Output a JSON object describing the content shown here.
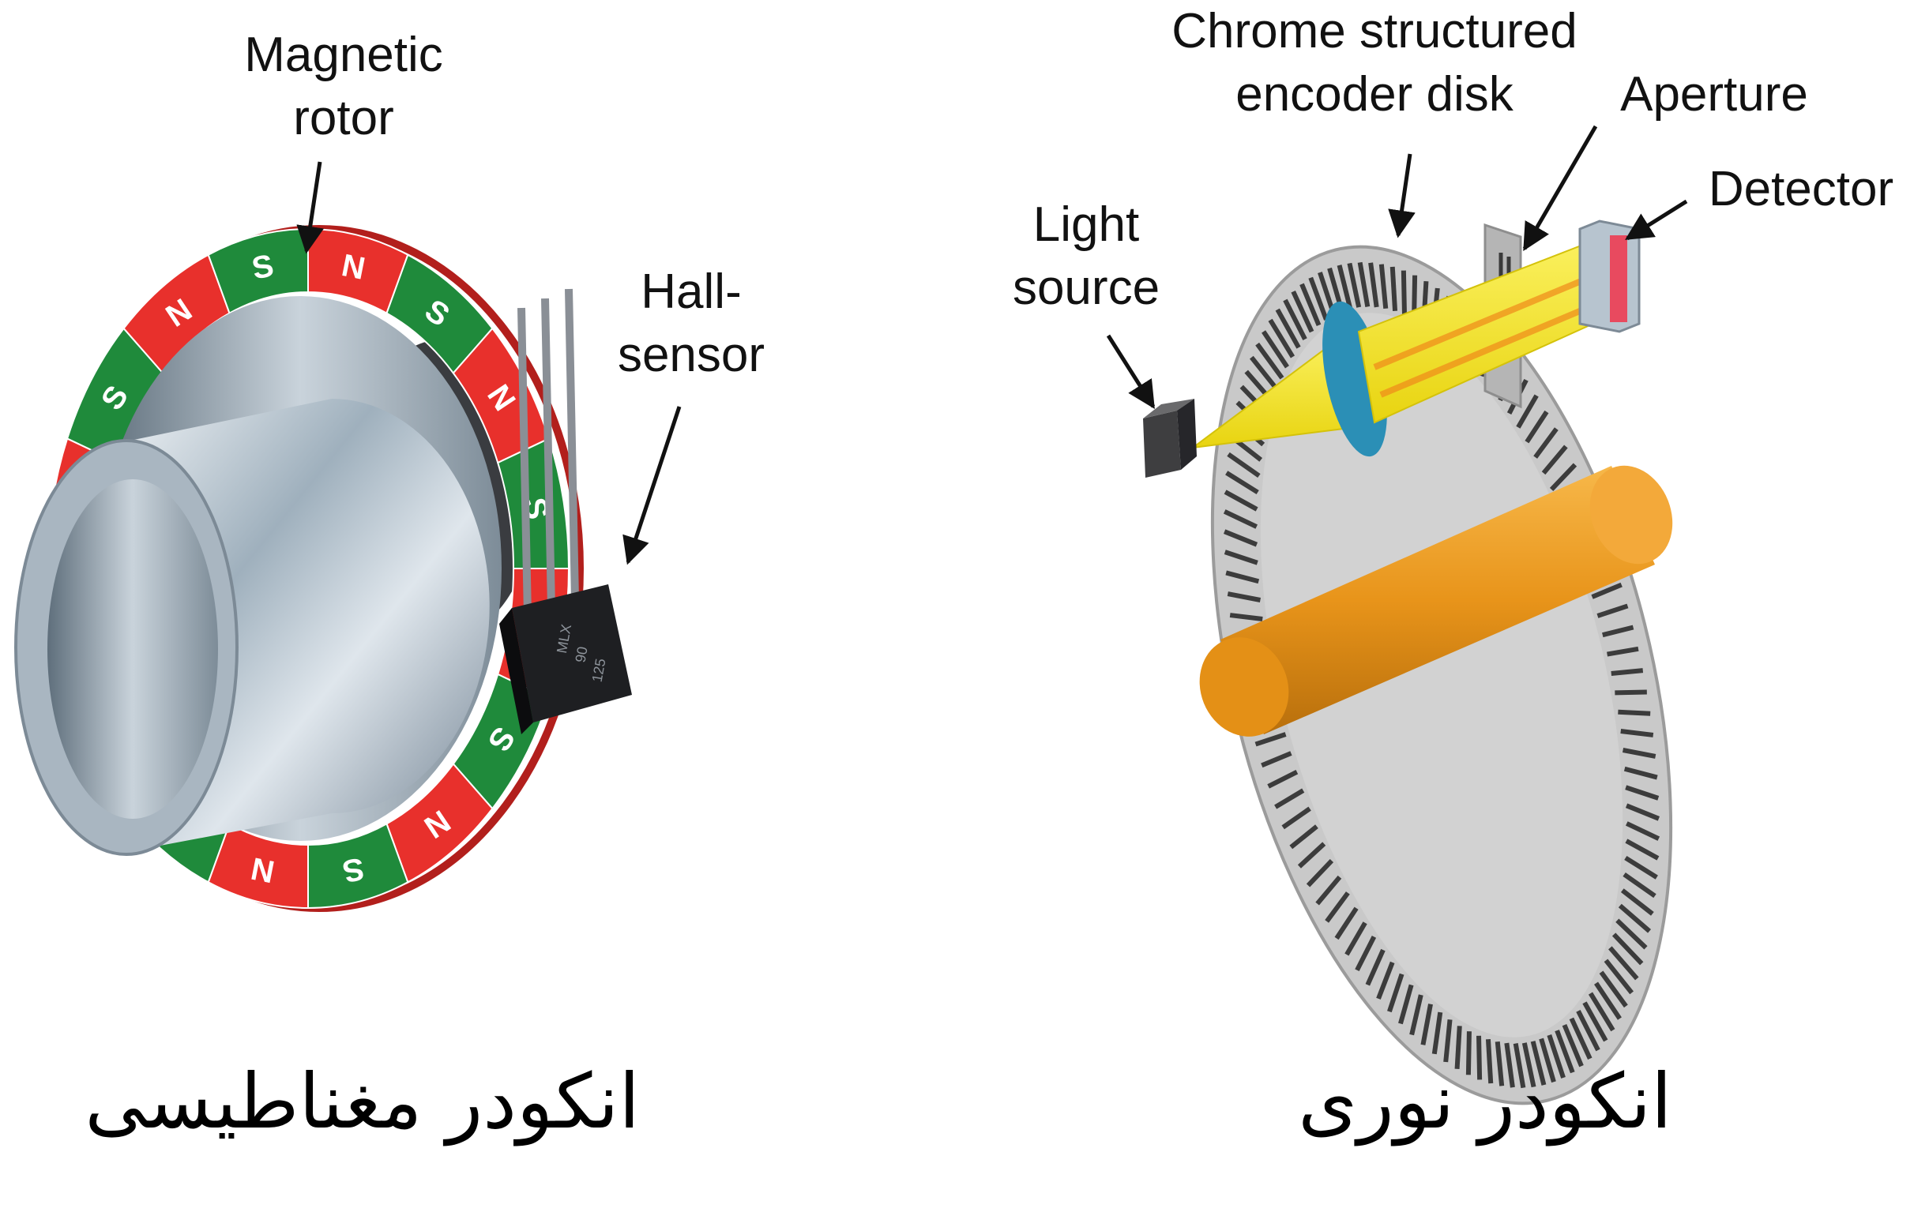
{
  "magnetic": {
    "labels": {
      "rotor_line1": "Magnetic",
      "rotor_line2": "rotor",
      "sensor_line1": "Hall-",
      "sensor_line2": "sensor"
    },
    "pole_letters": [
      "N",
      "S"
    ],
    "chip_marking": [
      "MLX",
      "90",
      "125"
    ],
    "caption": "انکودر مغناطیسی"
  },
  "optical": {
    "labels": {
      "disk_line1": "Chrome structured",
      "disk_line2": "encoder disk",
      "aperture": "Aperture",
      "detector": "Detector",
      "light_line1": "Light",
      "light_line2": "source"
    },
    "caption": "انکودر نوری"
  },
  "colors": {
    "pole_north": "#e8302c",
    "pole_south": "#1f8a3b",
    "metal": "#b7c2cc",
    "beam": "#f5e618",
    "lens": "#2b8fb6",
    "shaft": "#e89a18",
    "disk": "#c9c9c9"
  }
}
